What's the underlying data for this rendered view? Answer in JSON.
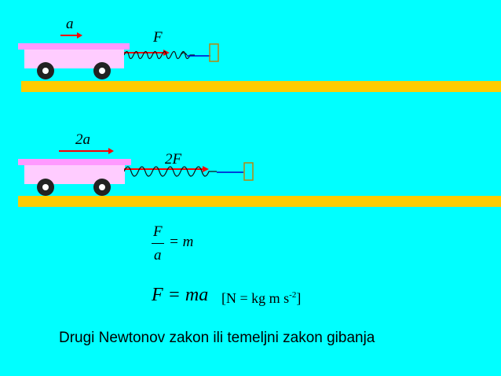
{
  "scene1": {
    "accel_label": "a",
    "force_label": "F"
  },
  "scene2": {
    "accel_label": "2a",
    "force_label": "2F"
  },
  "formula1": {
    "numerator": "F",
    "denominator": "a",
    "rhs": "= m"
  },
  "formula2": {
    "text": "F = ma",
    "units": "[N = kg m s",
    "units_exp": "-2",
    "units_close": "]"
  },
  "caption": "Drugi Newtonov zakon ili temeljni zakon gibanja",
  "colors": {
    "background": "#00ffff",
    "track": "#ffcc00",
    "cart": "#ffccff",
    "arrow": "#ff0000",
    "rope": "#0000cc"
  }
}
